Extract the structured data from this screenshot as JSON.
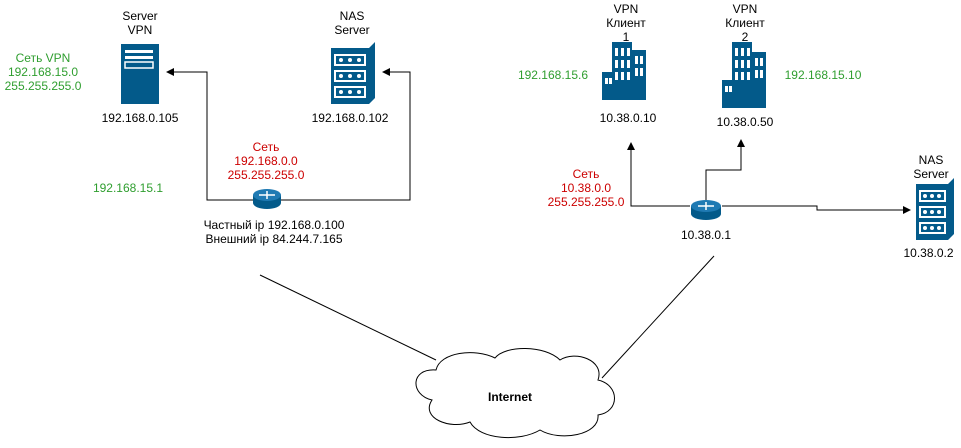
{
  "colors": {
    "icon": "#035a8a",
    "green": "#2f9e2f",
    "red": "#cc0000",
    "line": "#000000"
  },
  "left": {
    "server_vpn": {
      "title1": "Server",
      "title2": "VPN",
      "ip": "192.168.0.105"
    },
    "vpn_net": {
      "label": "Сеть VPN",
      "addr": "192.168.15.0",
      "mask": "255.255.255.0"
    },
    "nas": {
      "title1": "NAS",
      "title2": "Server",
      "ip": "192.168.0.102"
    },
    "lan": {
      "label": "Сеть",
      "addr": "192.168.0.0",
      "mask": "255.255.255.0"
    },
    "router_vpn_ip": "192.168.15.1",
    "router": {
      "private": "Частный ip 192.168.0.100",
      "public": "Внешний ip 84.244.7.165"
    }
  },
  "right": {
    "client1": {
      "title1": "VPN",
      "title2": "Клиент",
      "title3": "1",
      "vpn_ip": "192.168.15.6",
      "ip": "10.38.0.10"
    },
    "client2": {
      "title1": "VPN",
      "title2": "Клиент",
      "title3": "2",
      "vpn_ip": "192.168.15.10",
      "ip": "10.38.0.50"
    },
    "lan": {
      "label": "Сеть",
      "addr": "10.38.0.0",
      "mask": "255.255.255.0"
    },
    "router_ip": "10.38.0.1",
    "nas": {
      "title1": "NAS",
      "title2": "Server",
      "ip": "10.38.0.2"
    }
  },
  "cloud_label": "Internet"
}
